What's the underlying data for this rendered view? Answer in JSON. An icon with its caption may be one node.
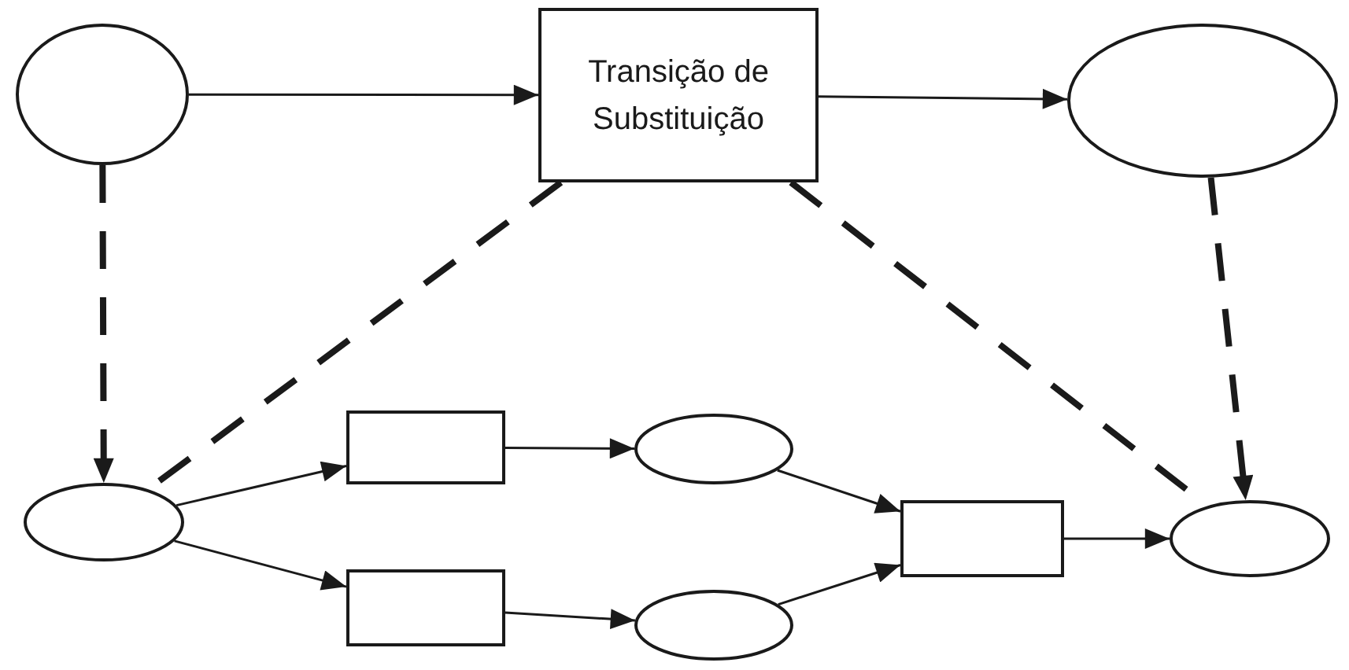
{
  "diagram": {
    "nodes": [
      {
        "text": [],
        "shape": "ellipse"
      },
      {
        "text": [
          "Transição de Substituição"
        ]
      },
      {
        "text": [],
        "shape": "ellipse"
      },
      {
        "text": [],
        "shape": "ellipse"
      },
      {
        "text": [],
        "shape": "box"
      },
      {
        "text": [],
        "shape": "box"
      },
      {
        "text": [],
        "shape": "ellipse"
      },
      {
        "text": [],
        "shape": "ellipse"
      },
      {
        "text": [],
        "shape": "box"
      },
      {
        "text": [],
        "shape": "ellipse"
      }
    ],
    "edges": [
      {
        "from": 0,
        "to": 1,
        "arrow": "to"
      },
      {
        "from": 1,
        "to": 2,
        "arrow": "to"
      },
      {
        "from": 0,
        "to": 3,
        "arrow": "to",
        "style": "dashed"
      },
      {
        "from": 1,
        "to": 3,
        "arrow": "none",
        "style": "dashed"
      },
      {
        "from": 1,
        "to": 9,
        "arrow": "none",
        "style": "dashed"
      },
      {
        "from": 2,
        "to": 9,
        "arrow": "to",
        "style": "dashed"
      },
      {
        "from": 3,
        "to": 4,
        "arrow": "to"
      },
      {
        "from": 3,
        "to": 5,
        "arrow": "to"
      },
      {
        "from": 4,
        "to": 6,
        "arrow": "to"
      },
      {
        "from": 5,
        "to": 7,
        "arrow": "to"
      },
      {
        "from": 6,
        "to": 8,
        "arrow": "to"
      },
      {
        "from": 7,
        "to": 8,
        "arrow": "to"
      },
      {
        "from": 8,
        "to": 9,
        "arrow": "to"
      }
    ]
  }
}
